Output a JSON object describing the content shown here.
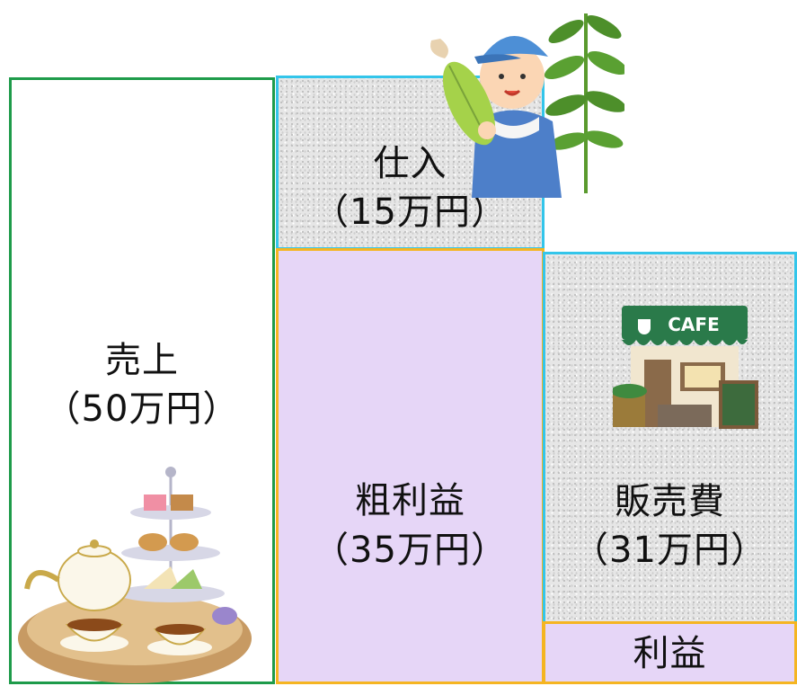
{
  "sales": {
    "title": "売上",
    "amount": "（50万円）"
  },
  "purchase": {
    "title": "仕入",
    "amount": "（15万円）"
  },
  "gross_profit": {
    "title": "粗利益",
    "amount": "（35万円）"
  },
  "sga": {
    "title": "販売費",
    "amount": "（31万円）"
  },
  "profit": {
    "title": "利益"
  },
  "cafe_sign": "CAFE",
  "colors": {
    "sales_border": "#1e9b4a",
    "purchase_border": "#33c5ea",
    "profit_border": "#f5b521",
    "profit_fill": "#e6d6f7"
  }
}
